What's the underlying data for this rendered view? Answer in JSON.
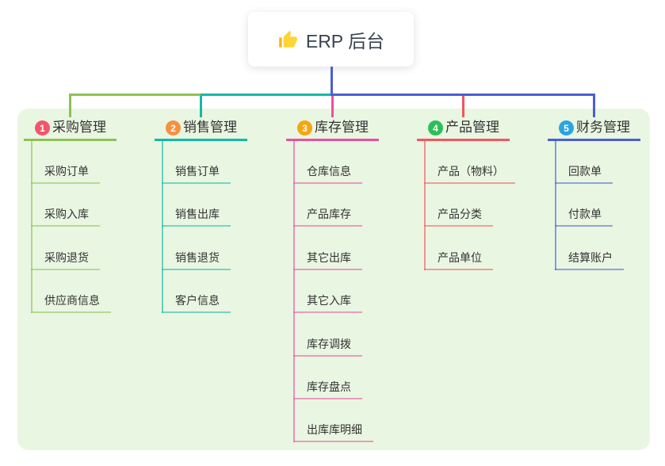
{
  "root": {
    "title": "ERP 后台",
    "icon": "thumbs-up-icon"
  },
  "branches": [
    {
      "index": "1",
      "title": "采购管理",
      "badge_color": "#f3566b",
      "line_color": "#8dc153",
      "children": [
        "采购订单",
        "采购入库",
        "采购退货",
        "供应商信息"
      ]
    },
    {
      "index": "2",
      "title": "销售管理",
      "badge_color": "#f7903e",
      "line_color": "#14b9a6",
      "children": [
        "销售订单",
        "销售出库",
        "销售退货",
        "客户信息"
      ]
    },
    {
      "index": "3",
      "title": "库存管理",
      "badge_color": "#f5a70c",
      "line_color": "#e9519f",
      "children": [
        "仓库信息",
        "产品库存",
        "其它出库",
        "其它入库",
        "库存调拨",
        "库存盘点",
        "出库库明细"
      ]
    },
    {
      "index": "4",
      "title": "产品管理",
      "badge_color": "#2cc05a",
      "line_color": "#f4555e",
      "children": [
        "产品（物料）",
        "产品分类",
        "产品单位"
      ]
    },
    {
      "index": "5",
      "title": "财务管理",
      "badge_color": "#2aa5e0",
      "line_color": "#4a5fd3",
      "children": [
        "回款单",
        "付款单",
        "结算账户"
      ]
    }
  ],
  "colors": {
    "panel_bg": "#e9f6e2",
    "root_connector": "#4a5fd3",
    "text": "#333333"
  }
}
